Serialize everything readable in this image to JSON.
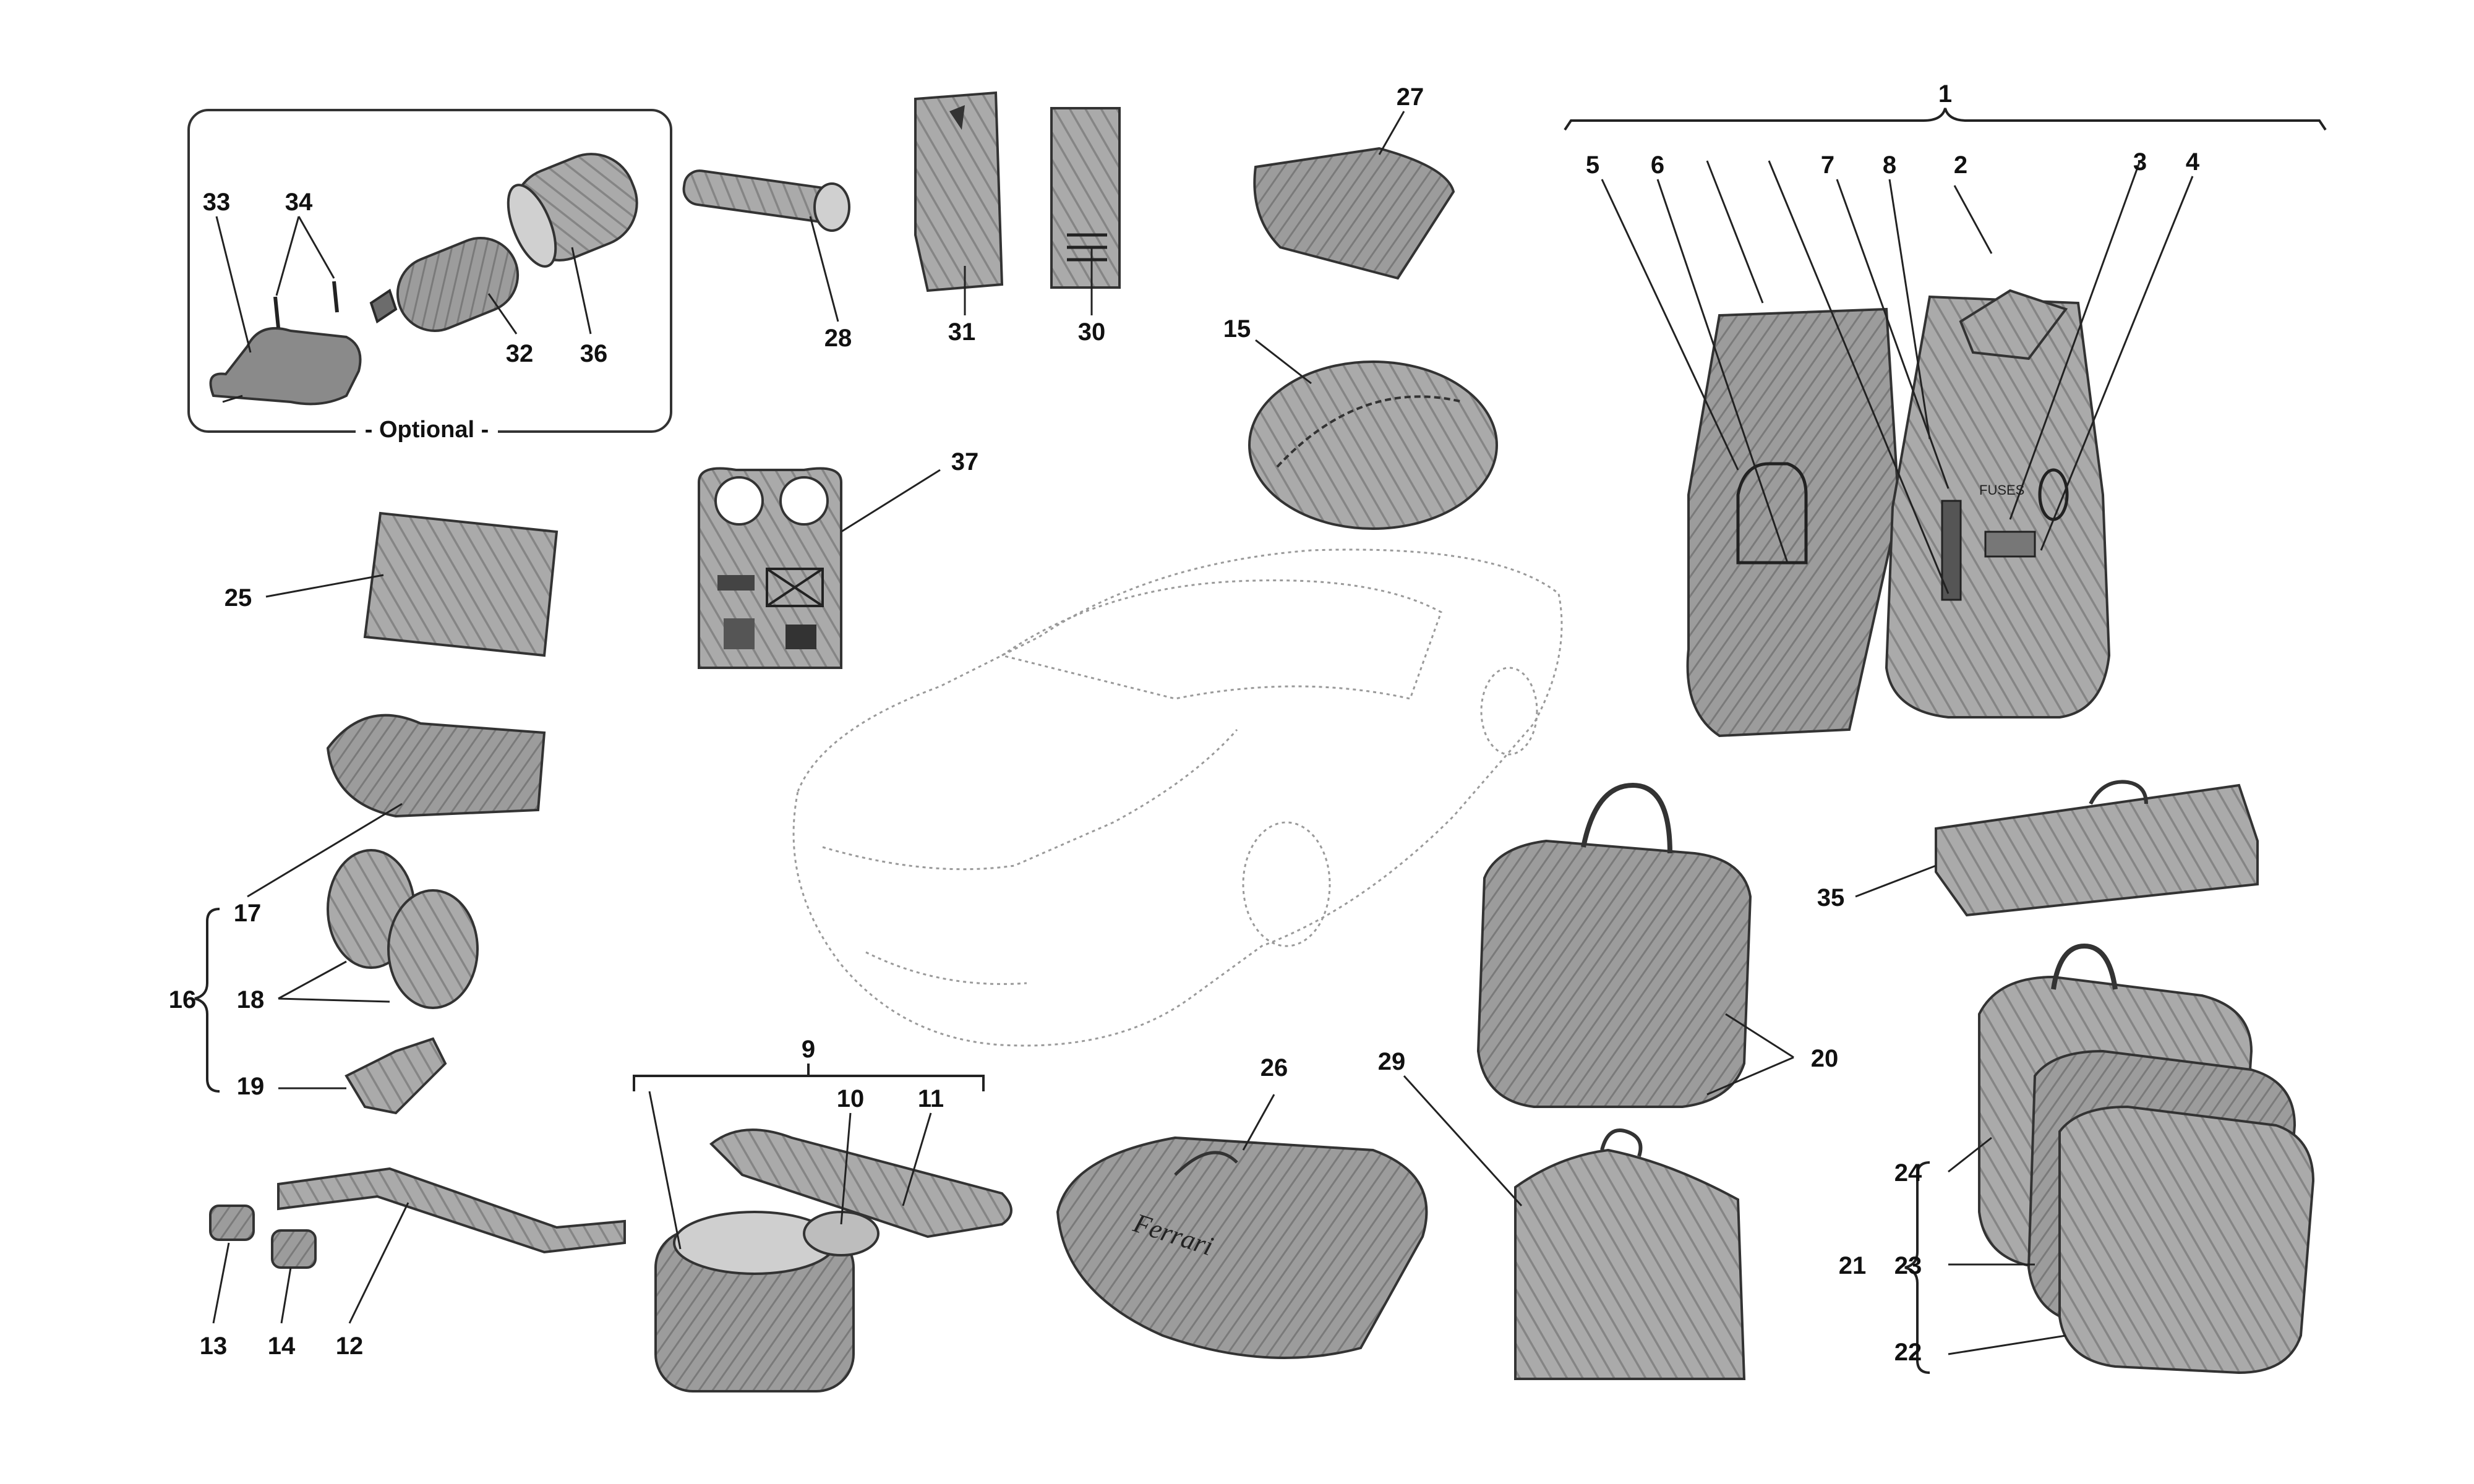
{
  "optional_label": "- Optional -",
  "callouts": {
    "n1": "1",
    "n2": "2",
    "n3": "3",
    "n4": "4",
    "n5": "5",
    "n6": "6",
    "n7": "7",
    "n8": "8",
    "n9": "9",
    "n10": "10",
    "n11": "11",
    "n12": "12",
    "n13": "13",
    "n14": "14",
    "n15": "15",
    "n16": "16",
    "n17": "17",
    "n18": "18",
    "n19": "19",
    "n20": "20",
    "n21": "21",
    "n22": "22",
    "n23": "23",
    "n24": "24",
    "n25": "25",
    "n26": "26",
    "n27": "27",
    "n28": "28",
    "n29": "29",
    "n30": "30",
    "n31": "31",
    "n32": "32",
    "n33": "33",
    "n34": "34",
    "n35": "35",
    "n36": "36",
    "n37": "37"
  },
  "bag_brand": "Ferrari",
  "fuses_label": "FUSES"
}
